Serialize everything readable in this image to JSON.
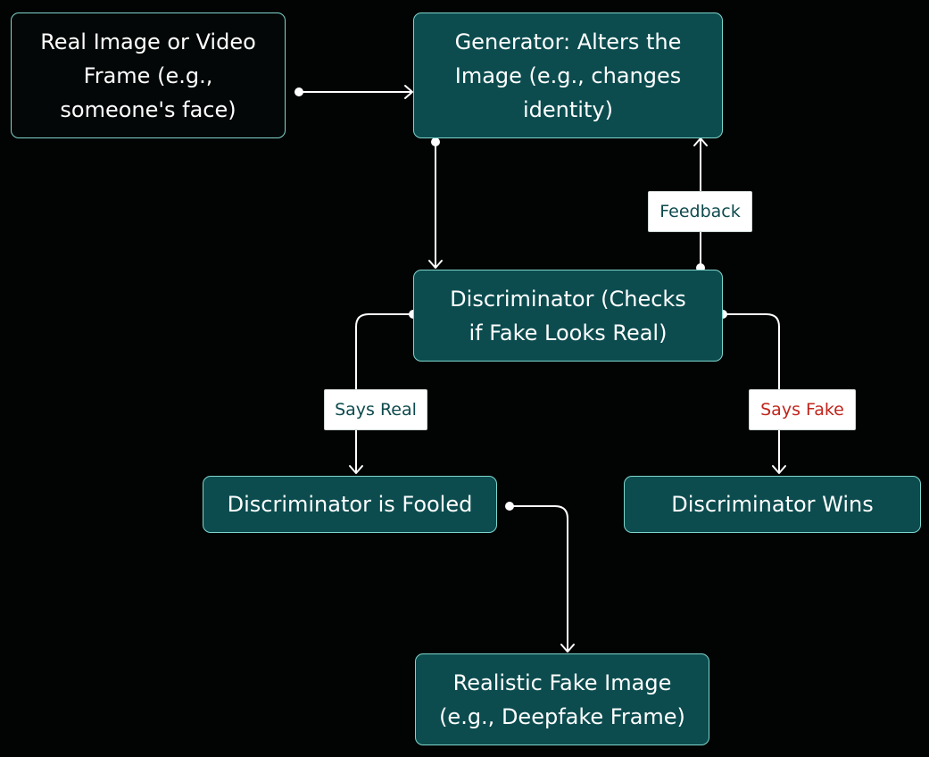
{
  "diagram": {
    "colors": {
      "background": "#020303",
      "node_teal": "#0c4c4f",
      "node_border": "#7fd6cc",
      "connector": "#ffffff",
      "label_text": "#0e4a4d",
      "label_alert_text": "#c0251c"
    },
    "nodes": {
      "input": {
        "lines": [
          "Real Image or Video",
          "Frame (e.g.,",
          "someone's face)"
        ]
      },
      "generator": {
        "lines": [
          "Generator: Alters the",
          "Image (e.g., changes",
          "identity)"
        ]
      },
      "discriminator": {
        "lines": [
          "Discriminator (Checks",
          "if Fake Looks Real)"
        ]
      },
      "fooled": {
        "lines": [
          "Discriminator is Fooled"
        ]
      },
      "wins": {
        "lines": [
          "Discriminator Wins"
        ]
      },
      "output": {
        "lines": [
          "Realistic Fake Image",
          "(e.g., Deepfake Frame)"
        ]
      }
    },
    "edge_labels": {
      "feedback": "Feedback",
      "says_real": "Says Real",
      "says_fake": "Says Fake"
    }
  }
}
